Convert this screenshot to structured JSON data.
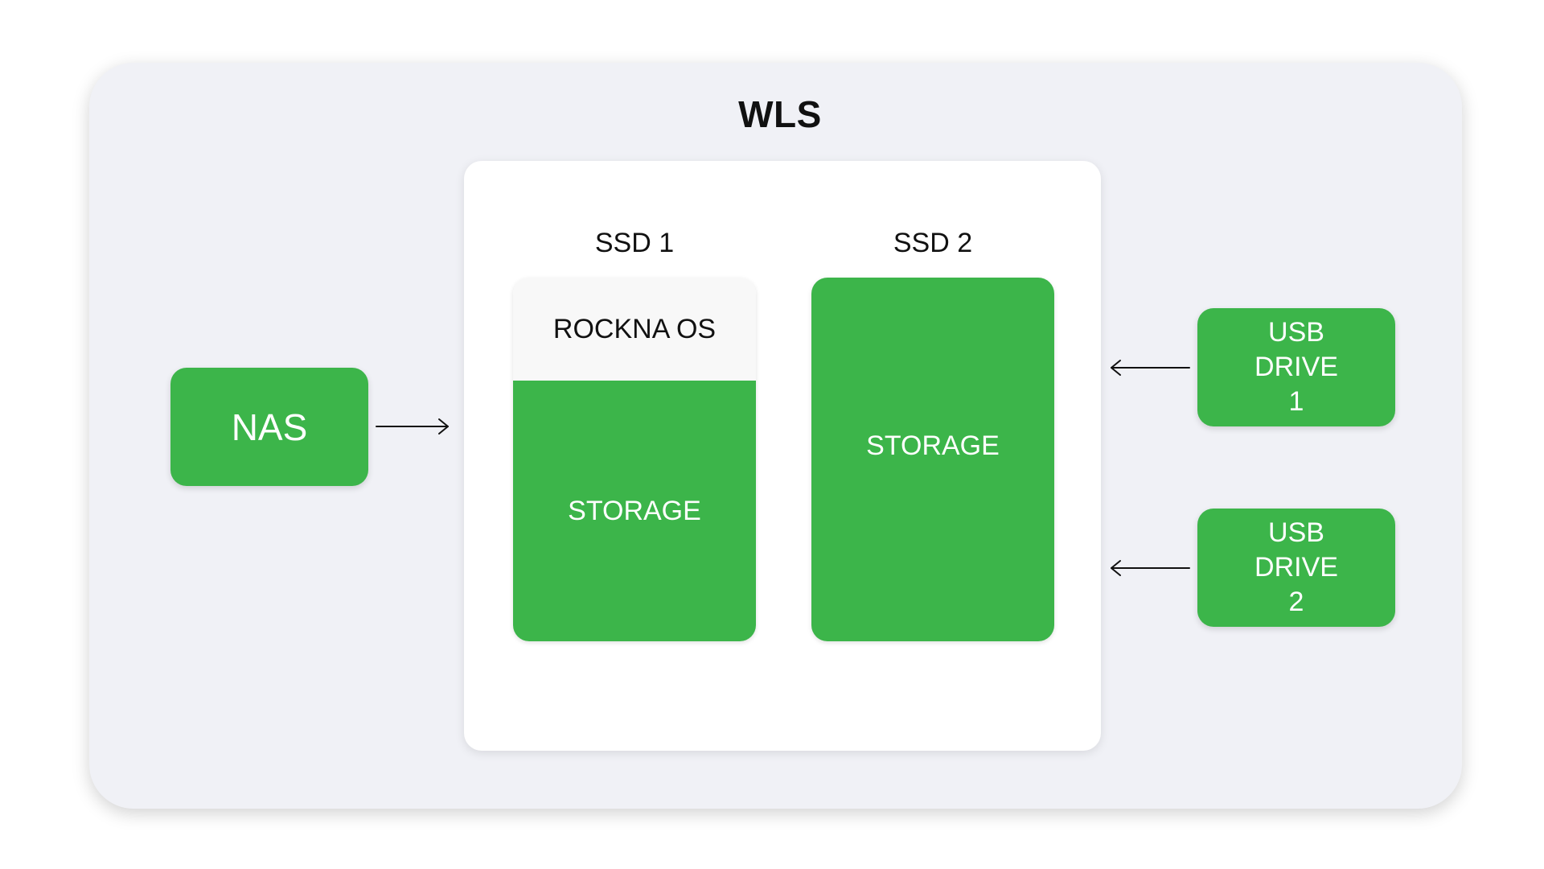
{
  "title": "WLS",
  "ssd1": {
    "label": "SSD 1",
    "os_label": "ROCKNA OS",
    "storage_label": "STORAGE"
  },
  "ssd2": {
    "label": "SSD 2",
    "storage_label": "STORAGE"
  },
  "nas": {
    "label": "NAS"
  },
  "usb_drives": [
    {
      "line1": "USB",
      "line2": "DRIVE",
      "line3": "1"
    },
    {
      "line1": "USB",
      "line2": "DRIVE",
      "line3": "2"
    }
  ],
  "colors": {
    "green": "#3cb54a",
    "outer_background": "#f0f1f6",
    "inner_background": "#ffffff",
    "os_background": "#f8f8f8",
    "text_dark": "#111111"
  },
  "icons": [
    "arrow-right-icon",
    "arrow-left-icon"
  ]
}
